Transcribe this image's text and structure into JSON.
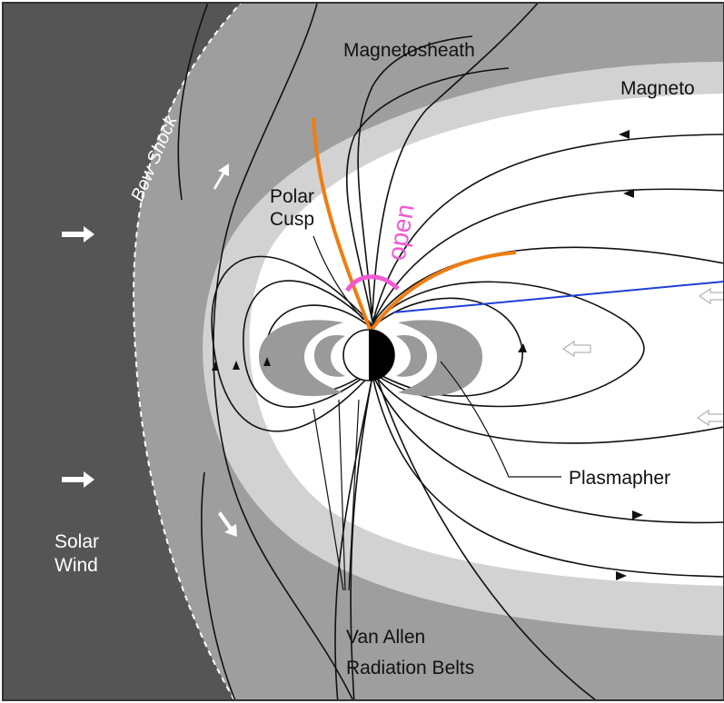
{
  "labels": {
    "magnetosheath": "Magnetosheath",
    "magnetopause": "Magneto",
    "bow_shock": "Bow Shock",
    "polar_cusp_line1": "Polar",
    "polar_cusp_line2": "Cusp",
    "open": "open",
    "plasmasphere": "Plasmapher",
    "solar_wind_line1": "Solar",
    "solar_wind_line2": "Wind",
    "van_allen_line1": "Van Allen",
    "van_allen_line2": "Radiation Belts"
  },
  "colors": {
    "solar_wind_region": "#555555",
    "magnetosheath_region": "#9e9e9e",
    "boundary_layer": "#d2d2d2",
    "magnetosphere_interior": "#ffffff",
    "radiation_belts": "#9a9a9a",
    "field_lines": "#111111",
    "open_field_lines": "#ef7d12",
    "open_annotation": "#f25ad2",
    "pointer_line": "#1d3fd6",
    "frame": "#333333"
  },
  "icons": [
    "earth-icon",
    "solar-wind-arrow-icon",
    "flow-arrow-icon",
    "field-direction-arrow-icon"
  ]
}
